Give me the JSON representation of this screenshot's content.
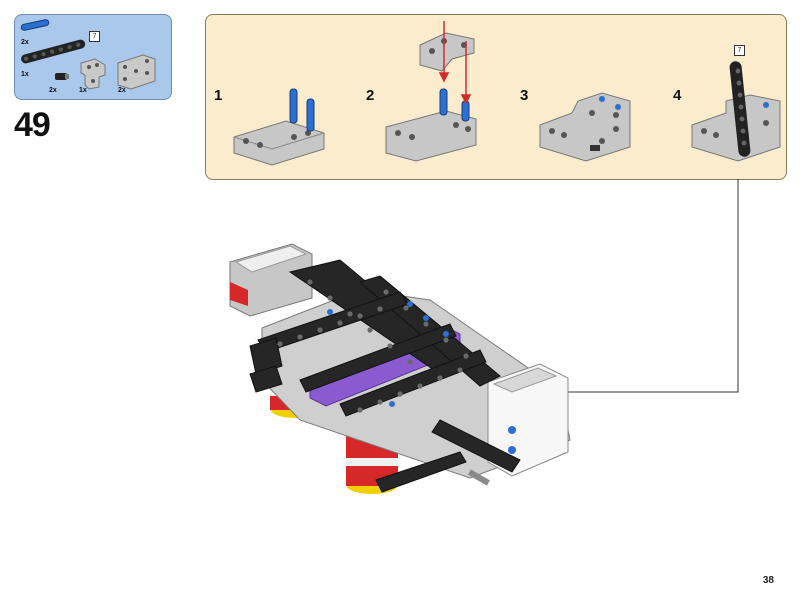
{
  "parts_list": {
    "items": [
      {
        "qty": "2x",
        "icon": "blue-axle-pin"
      },
      {
        "qty": "1x",
        "icon": "black-beam",
        "length": "7"
      },
      {
        "qty": "2x",
        "icon": "black-bush"
      },
      {
        "qty": "1x",
        "icon": "gray-t-beam"
      },
      {
        "qty": "2x",
        "icon": "gray-h-frame"
      }
    ]
  },
  "step": {
    "number": "49"
  },
  "callout": {
    "substeps": [
      {
        "label": "1"
      },
      {
        "label": "2"
      },
      {
        "label": "3"
      },
      {
        "label": "4",
        "length": "7"
      }
    ]
  },
  "colors": {
    "parts_bg": "#a9c8ec",
    "callout_bg": "#fbeccd",
    "arrow": "#d22b2b",
    "purple": "#8a5bd0",
    "red_wheel": "#d62828",
    "yellow": "#f2d000"
  },
  "page": {
    "number": "38"
  }
}
